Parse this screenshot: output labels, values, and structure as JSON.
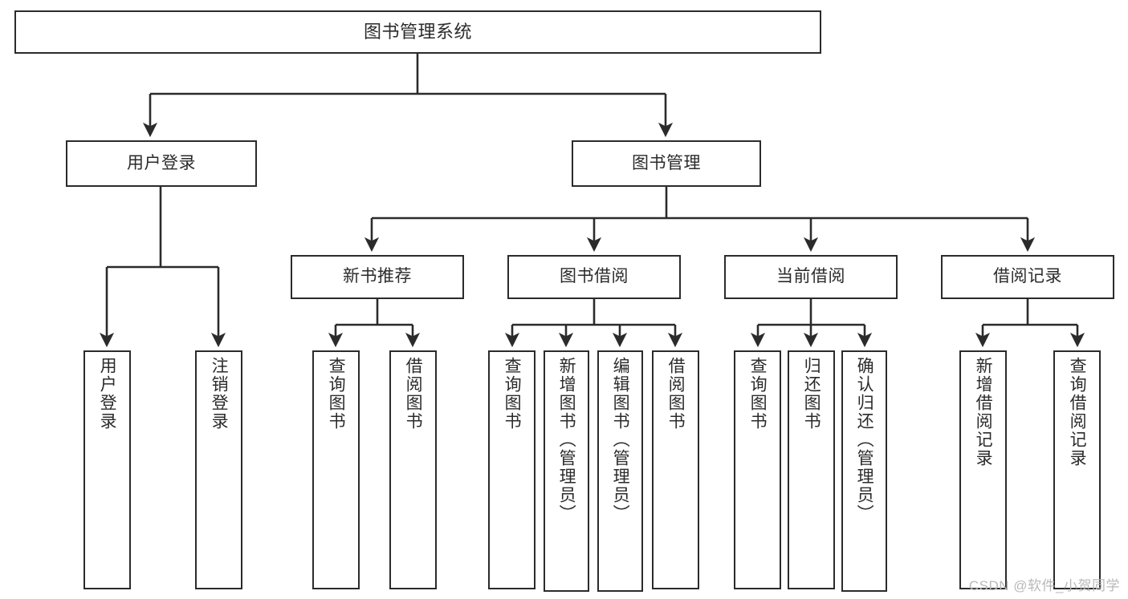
{
  "diagram": {
    "title": "图书管理系统",
    "type": "功能结构图",
    "colors": {
      "box_border": "#2b2b2b",
      "box_fill": "#ffffff",
      "edge": "#2b2b2b",
      "text": "#2b2b2b",
      "watermark": "#b8b8b8",
      "background": "#ffffff"
    },
    "root": {
      "label": "图书管理系统"
    },
    "level2": [
      {
        "label": "用户登录"
      },
      {
        "label": "图书管理"
      }
    ],
    "level3": [
      {
        "label": "新书推荐"
      },
      {
        "label": "图书借阅"
      },
      {
        "label": "当前借阅"
      },
      {
        "label": "借阅记录"
      }
    ],
    "leaves": {
      "user_login": [
        {
          "label": "用户登录"
        },
        {
          "label": "注销登录"
        }
      ],
      "new_book_recommend": [
        {
          "label": "查询图书"
        },
        {
          "label": "借阅图书"
        }
      ],
      "book_borrow": [
        {
          "label": "查询图书"
        },
        {
          "label": "新增图书（管理员）"
        },
        {
          "label": "编辑图书（管理员）"
        },
        {
          "label": "借阅图书"
        }
      ],
      "current_borrow": [
        {
          "label": "查询图书"
        },
        {
          "label": "归还图书"
        },
        {
          "label": "确认归还（管理员）"
        }
      ],
      "borrow_record": [
        {
          "label": "新增借阅记录"
        },
        {
          "label": "查询借阅记录"
        }
      ]
    },
    "watermark": "CSDN @软件_小贺同学"
  }
}
